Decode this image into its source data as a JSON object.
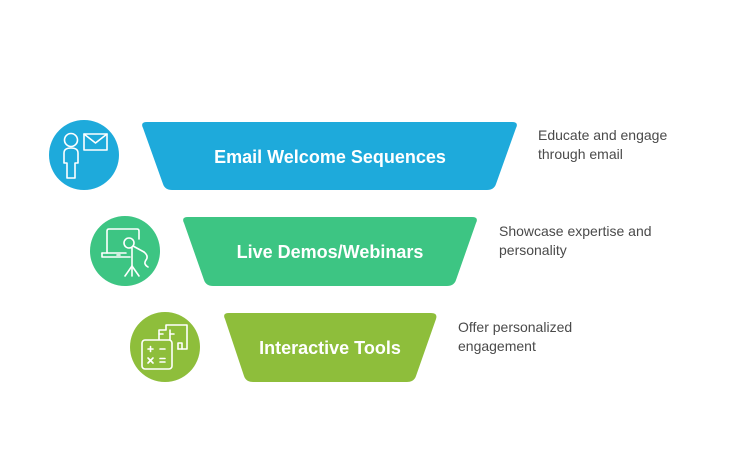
{
  "diagram": {
    "type": "funnel",
    "stages": [
      {
        "title": "Email Welcome Sequences",
        "description_lines": [
          "Educate and engage",
          "through email"
        ],
        "icon": "person-envelope-icon",
        "color": "#1EAADB"
      },
      {
        "title": "Live Demos/Webinars",
        "description_lines": [
          "Showcase expertise and",
          "personality"
        ],
        "icon": "laptop-microphone-icon",
        "color": "#3DC583"
      },
      {
        "title": "Interactive Tools",
        "description_lines": [
          "Offer personalized",
          "engagement"
        ],
        "icon": "calculator-document-icon",
        "color": "#8EBE3B"
      }
    ]
  }
}
